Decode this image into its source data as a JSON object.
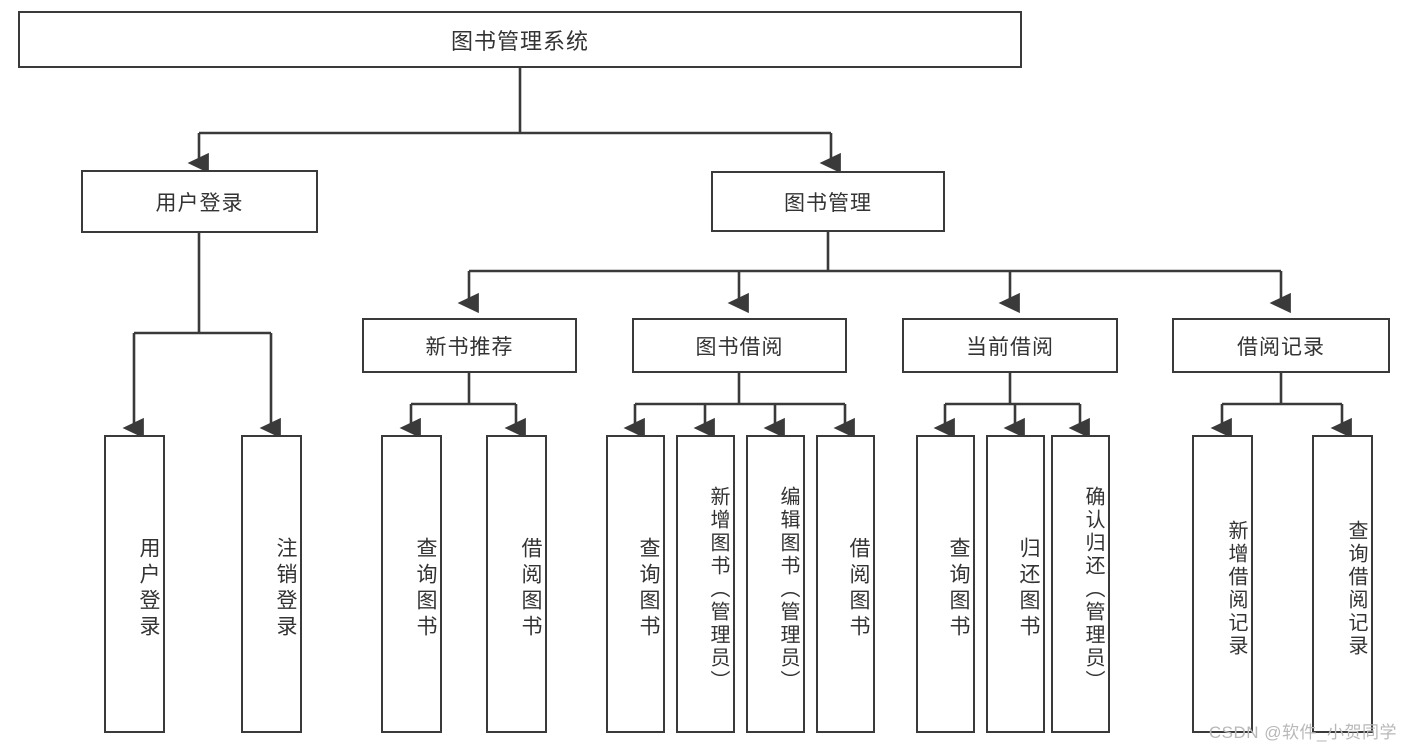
{
  "diagram": {
    "type": "tree-hierarchy-chart",
    "title": "图书管理系统",
    "watermark": "CSDN @软件_小贺同学",
    "colors": {
      "border": "#3a3a3a",
      "text": "#333333",
      "background": "#ffffff",
      "watermark": "#b8b8b8"
    },
    "root": {
      "label": "图书管理系统"
    },
    "level1": [
      {
        "id": "user-login",
        "label": "用户登录"
      },
      {
        "id": "book-manage",
        "label": "图书管理"
      }
    ],
    "level2": [
      {
        "id": "new-book-recommend",
        "label": "新书推荐",
        "parent": "book-manage"
      },
      {
        "id": "book-borrow",
        "label": "图书借阅",
        "parent": "book-manage"
      },
      {
        "id": "current-borrow",
        "label": "当前借阅",
        "parent": "book-manage"
      },
      {
        "id": "borrow-record",
        "label": "借阅记录",
        "parent": "book-manage"
      }
    ],
    "leaves": {
      "user_login": [
        {
          "id": "leaf-user-login",
          "label": "用户登录"
        },
        {
          "id": "leaf-user-logout",
          "label": "注销登录"
        }
      ],
      "new_book_recommend": [
        {
          "id": "leaf-query-book-1",
          "label": "查询图书"
        },
        {
          "id": "leaf-borrow-book-1",
          "label": "借阅图书"
        }
      ],
      "book_borrow": [
        {
          "id": "leaf-query-book-2",
          "label": "查询图书"
        },
        {
          "id": "leaf-add-book",
          "label": "新增图书（管理员）"
        },
        {
          "id": "leaf-edit-book",
          "label": "编辑图书（管理员）"
        },
        {
          "id": "leaf-borrow-book-2",
          "label": "借阅图书"
        }
      ],
      "current_borrow": [
        {
          "id": "leaf-query-book-3",
          "label": "查询图书"
        },
        {
          "id": "leaf-return-book",
          "label": "归还图书"
        },
        {
          "id": "leaf-confirm-return",
          "label": "确认归还（管理员）"
        }
      ],
      "borrow_record": [
        {
          "id": "leaf-add-record",
          "label": "新增借阅记录"
        },
        {
          "id": "leaf-query-record",
          "label": "查询借阅记录"
        }
      ]
    }
  }
}
